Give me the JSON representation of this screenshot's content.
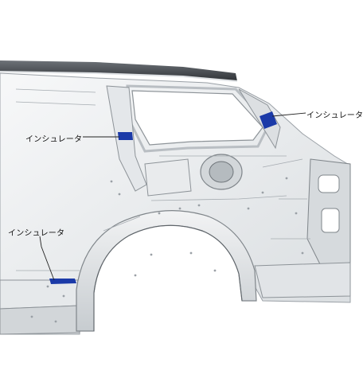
{
  "diagram": {
    "callouts": [
      {
        "id": "insulator-quarter-pillar",
        "text": "インシュレータ"
      },
      {
        "id": "insulator-center-pillar",
        "text": "インシュレータ"
      },
      {
        "id": "insulator-sill",
        "text": "インシュレータ"
      }
    ],
    "colors": {
      "panel": "#eef0f2",
      "panel_shadow": "#bfc4c8",
      "roof_rail": "#4b4f54",
      "insulator": "#1b3aa8",
      "leader_line": "#222222"
    }
  }
}
